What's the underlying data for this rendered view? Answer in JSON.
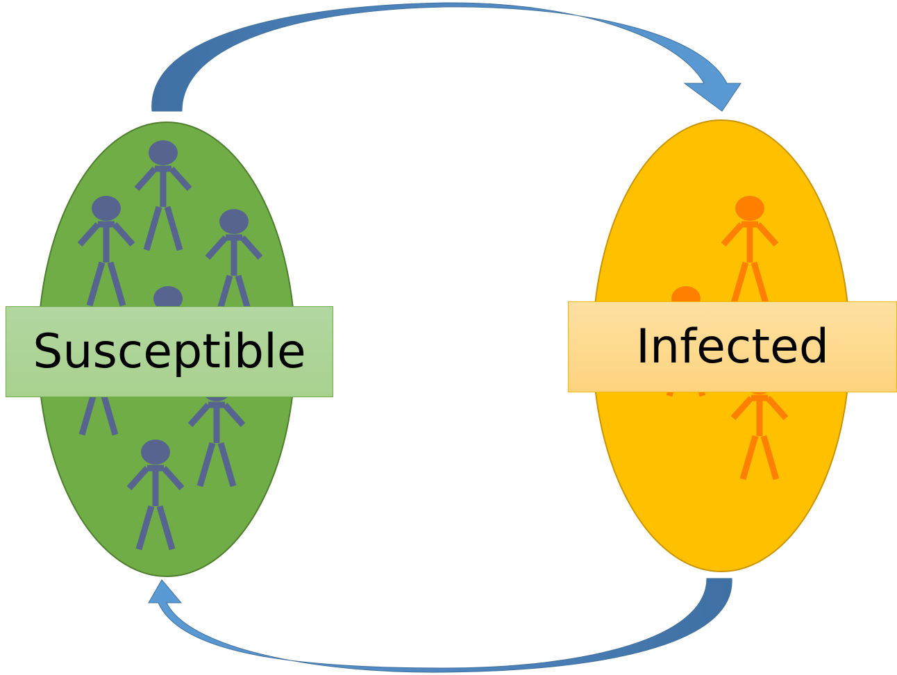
{
  "diagram": {
    "type": "compartment-model",
    "compartments": [
      {
        "id": "susceptible",
        "label": "Susceptible",
        "fill": "#70ad47",
        "stroke": "#4e7e2e",
        "figure_color": "#56648f",
        "figure_count": 7
      },
      {
        "id": "infected",
        "label": "Infected",
        "fill": "#ffc000",
        "stroke": "#c99400",
        "figure_color": "#ff8000",
        "figure_count": 3
      }
    ],
    "flows": [
      {
        "from": "susceptible",
        "to": "infected",
        "color": "#4a7fb5"
      },
      {
        "from": "infected",
        "to": "susceptible",
        "color": "#4a7fb5"
      }
    ]
  }
}
